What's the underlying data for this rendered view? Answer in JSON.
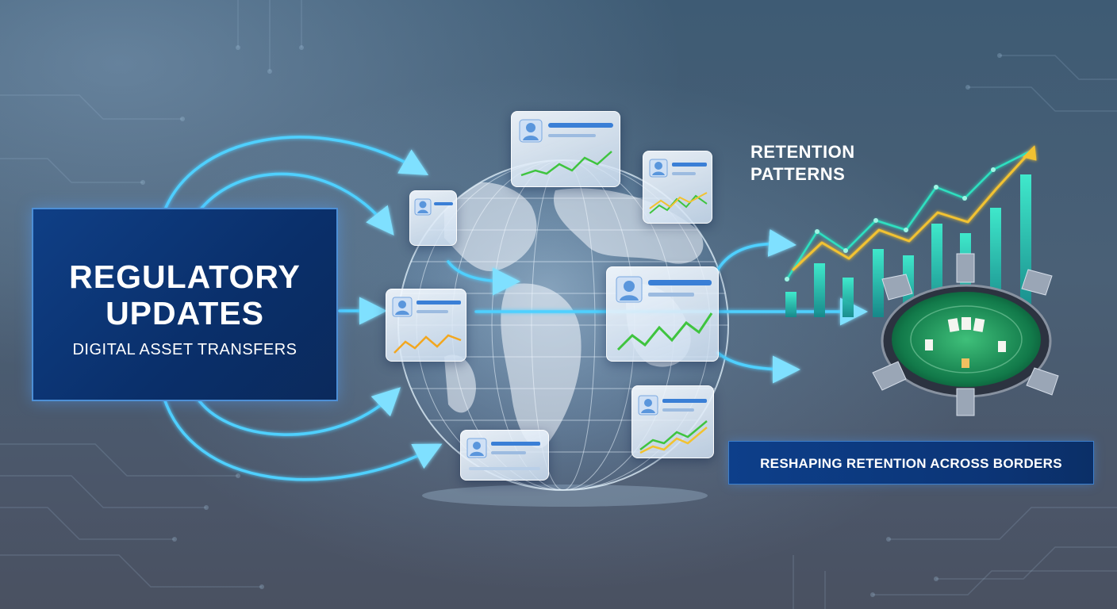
{
  "left_panel": {
    "title_line1": "REGULATORY",
    "title_line2": "UPDATES",
    "subtitle": "DIGITAL ASSET TRANSFERS"
  },
  "retention": {
    "title_line1": "RETENTION",
    "title_line2": "PATTERNS"
  },
  "banner": {
    "text": "RESHAPING RETENTION ACROSS BORDERS"
  },
  "icons": [
    "globe-icon",
    "profile-card-icon",
    "arrow-icon",
    "bar-chart-icon",
    "trend-arrow-icon",
    "card-table-icon",
    "hand-icon"
  ],
  "colors": {
    "panel_blue": "#0f3f86",
    "flow_cyan": "#4fd0ff",
    "chart_teal": "#2ee0c0",
    "chart_yellow": "#f2c230",
    "trend_green": "#3fc43f",
    "table_green": "#1f9a5c"
  }
}
